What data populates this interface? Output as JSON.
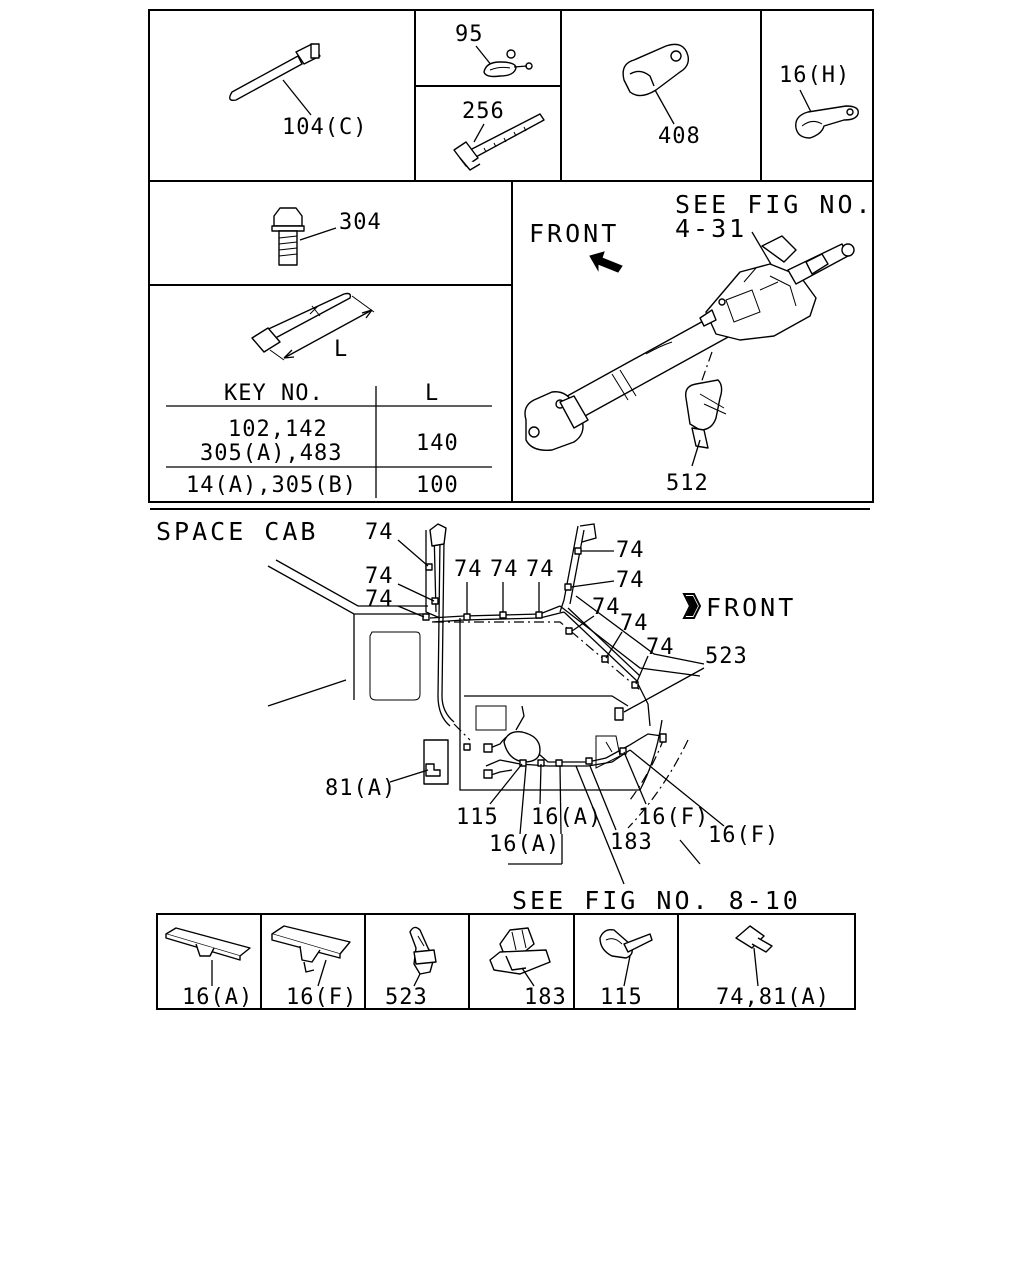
{
  "top_panel": {
    "cells": {
      "clip_104c": "104(C)",
      "clip_95": "95",
      "tie_256": "256",
      "clamp_408": "408",
      "clip_16h": "16(H)",
      "bolt_304": "304",
      "column_512": "512"
    },
    "band_tie": {
      "length_symbol": "L",
      "table": {
        "header_key": "KEY NO.",
        "header_l": "L",
        "rows": [
          {
            "keys_line1": "102,142",
            "keys_line2": "305(A),483",
            "length": "140"
          },
          {
            "keys_line1": "14(A),305(B)",
            "length": "100"
          }
        ]
      }
    },
    "steering": {
      "see_fig_line1": "SEE FIG NO.",
      "see_fig_line2": "4-31",
      "front": "FRONT"
    }
  },
  "space_cab": {
    "title": "SPACE CAB",
    "front": "FRONT",
    "clip_74": "74",
    "callouts": {
      "c523": "523",
      "c81a": "81(A)",
      "c115": "115",
      "c16a": "16(A)",
      "c16f": "16(F)",
      "c183": "183"
    },
    "see_fig": "SEE FIG NO. 8-10"
  },
  "legend": {
    "items": [
      "16(A)",
      "16(F)",
      "523",
      "183",
      "115",
      "74,81(A)"
    ]
  }
}
